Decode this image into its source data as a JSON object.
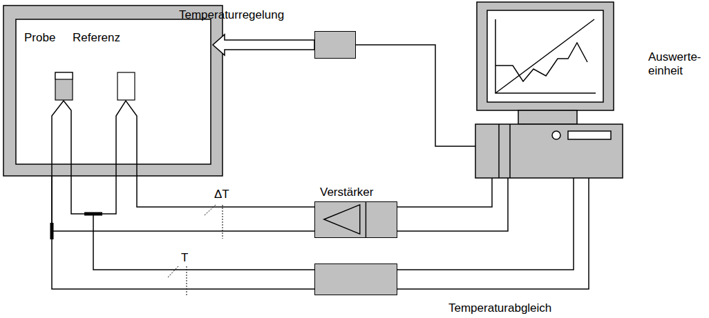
{
  "diagram": {
    "nodes": [
      {
        "text": [
          "Probe",
          "Referenz"
        ]
      },
      {
        "text": [
          "Temperaturregelung"
        ]
      },
      {
        "text": [
          "Auswerte- einheit"
        ]
      },
      {
        "text": [
          "Verstärker"
        ]
      },
      {
        "text": [
          "Temperaturabgleich"
        ]
      }
    ],
    "edges": [
      {
        "from": 1,
        "to": 0,
        "arrow": "to"
      },
      {
        "from": 1,
        "to": 2,
        "arrow": "none"
      },
      {
        "from": 0,
        "to": 3,
        "arrow": "none"
      },
      {
        "from": 3,
        "to": 2,
        "arrow": "none"
      },
      {
        "from": 0,
        "to": 4,
        "arrow": "none"
      },
      {
        "from": 4,
        "to": 2,
        "arrow": "none"
      }
    ],
    "labels": [
      "ΔT",
      "T"
    ]
  }
}
